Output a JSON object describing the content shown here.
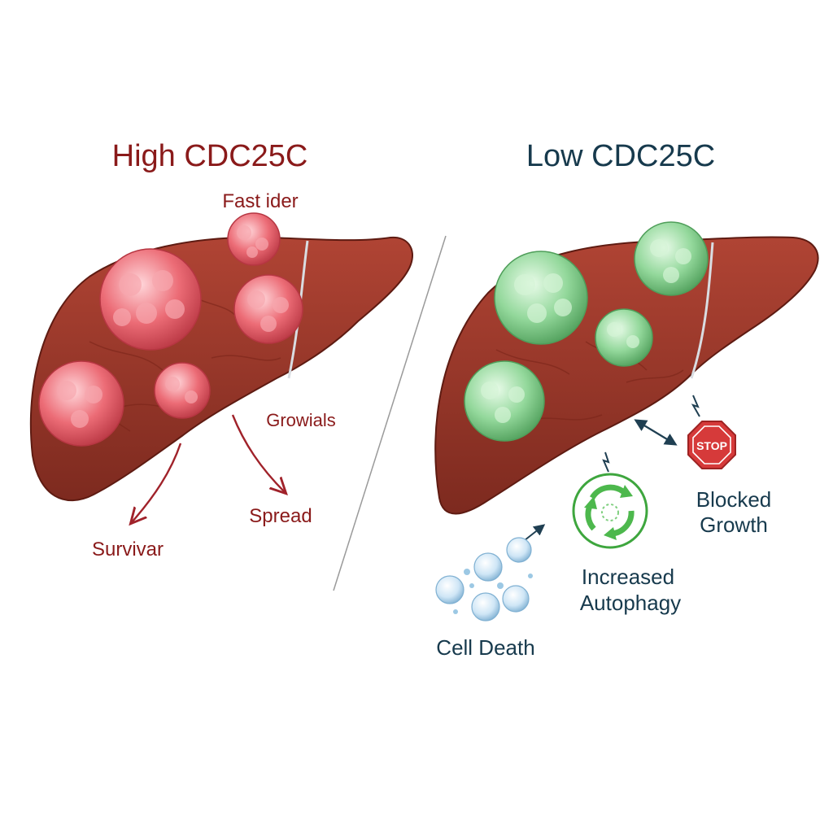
{
  "left_panel": {
    "title": "High CDC25C",
    "labels": {
      "fast": "Fast ider",
      "growth": "Growials",
      "spread": "Spread",
      "survival": "Survivar"
    }
  },
  "right_panel": {
    "title": "Low CDC25C",
    "labels": {
      "blocked_1": "Blocked",
      "blocked_2": "Growth",
      "autophagy_1": "Increased",
      "autophagy_2": "Autophagy",
      "cell_death": "Cell Death",
      "stop_sign": "STOP"
    }
  },
  "colors": {
    "left_title": "#8a1a1a",
    "right_title": "#173a4d",
    "liver": "#9c3a2c",
    "liver_dark": "#6f2218",
    "tumor_red": "#e2606a",
    "tumor_green": "#8fd39a",
    "stop_red": "#d63a3a",
    "autophagy_green": "#3ea63e",
    "cell_blue": "#bcdcf0"
  },
  "icons": {
    "stop": "stop-sign-icon",
    "autophagy": "recycle-circle-icon",
    "cells": "dying-cells-icon"
  }
}
